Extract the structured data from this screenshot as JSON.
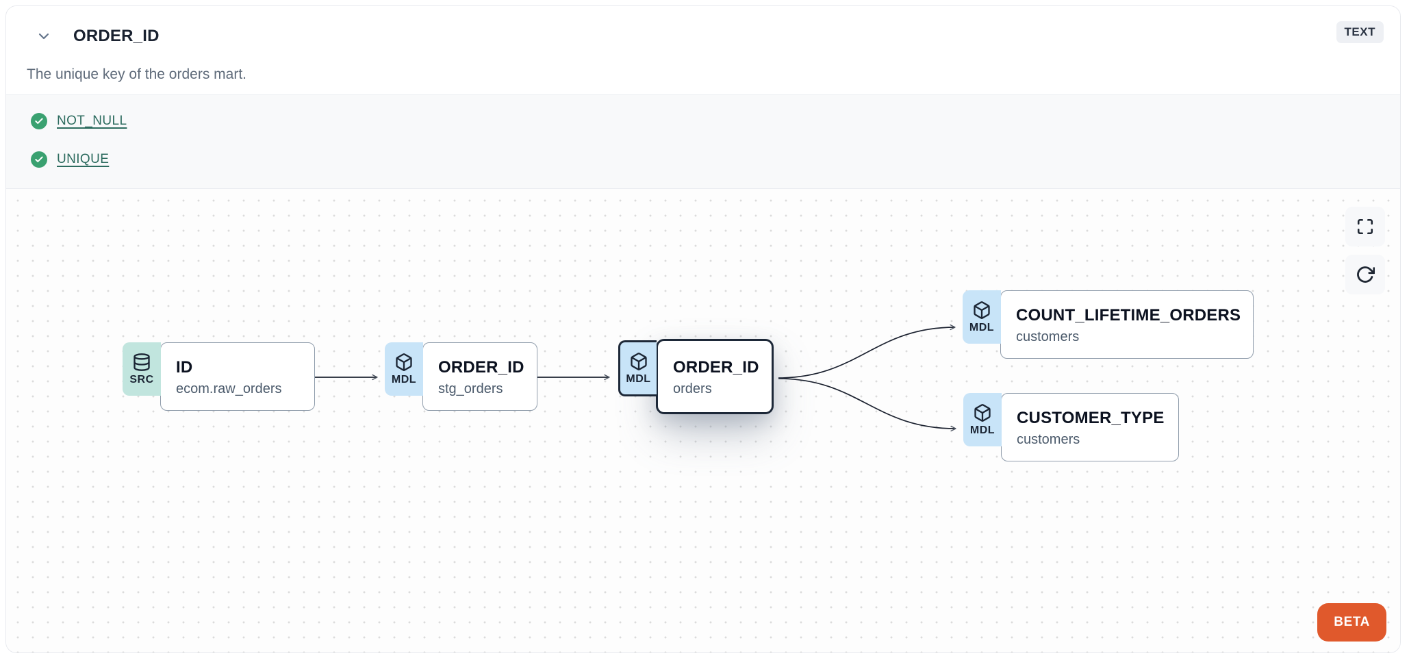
{
  "header": {
    "title": "ORDER_ID",
    "type_badge": "TEXT",
    "description": "The unique key of the orders mart."
  },
  "tests": {
    "items": [
      {
        "label": "NOT_NULL",
        "status": "passed"
      },
      {
        "label": "UNIQUE",
        "status": "passed"
      }
    ]
  },
  "lineage": {
    "nodes": [
      {
        "badge": "SRC",
        "kind": "source",
        "title": "ID",
        "subtitle": "ecom.raw_orders",
        "selected": false
      },
      {
        "badge": "MDL",
        "kind": "model",
        "title": "ORDER_ID",
        "subtitle": "stg_orders",
        "selected": false
      },
      {
        "badge": "MDL",
        "kind": "model",
        "title": "ORDER_ID",
        "subtitle": "orders",
        "selected": true
      },
      {
        "badge": "MDL",
        "kind": "model",
        "title": "COUNT_LIFETIME_ORDERS",
        "subtitle": "customers",
        "selected": false
      },
      {
        "badge": "MDL",
        "kind": "model",
        "title": "CUSTOMER_TYPE",
        "subtitle": "customers",
        "selected": false
      }
    ],
    "edges": [
      {
        "from": 0,
        "to": 1
      },
      {
        "from": 1,
        "to": 2
      },
      {
        "from": 2,
        "to": 3
      },
      {
        "from": 2,
        "to": 4
      }
    ],
    "controls": [
      {
        "icon": "maximize-icon",
        "action": "fullscreen"
      },
      {
        "icon": "rotate-cw-icon",
        "action": "refresh"
      }
    ],
    "beta_label": "BETA"
  },
  "colors": {
    "accent_orange": "#e0592c",
    "test_green": "#3aa170",
    "link_teal": "#2c6b5e",
    "source_badge": "#c1e5de",
    "model_badge": "#c8e4f8",
    "selected_border": "#1d2838",
    "card_border": "#8f9cab"
  }
}
